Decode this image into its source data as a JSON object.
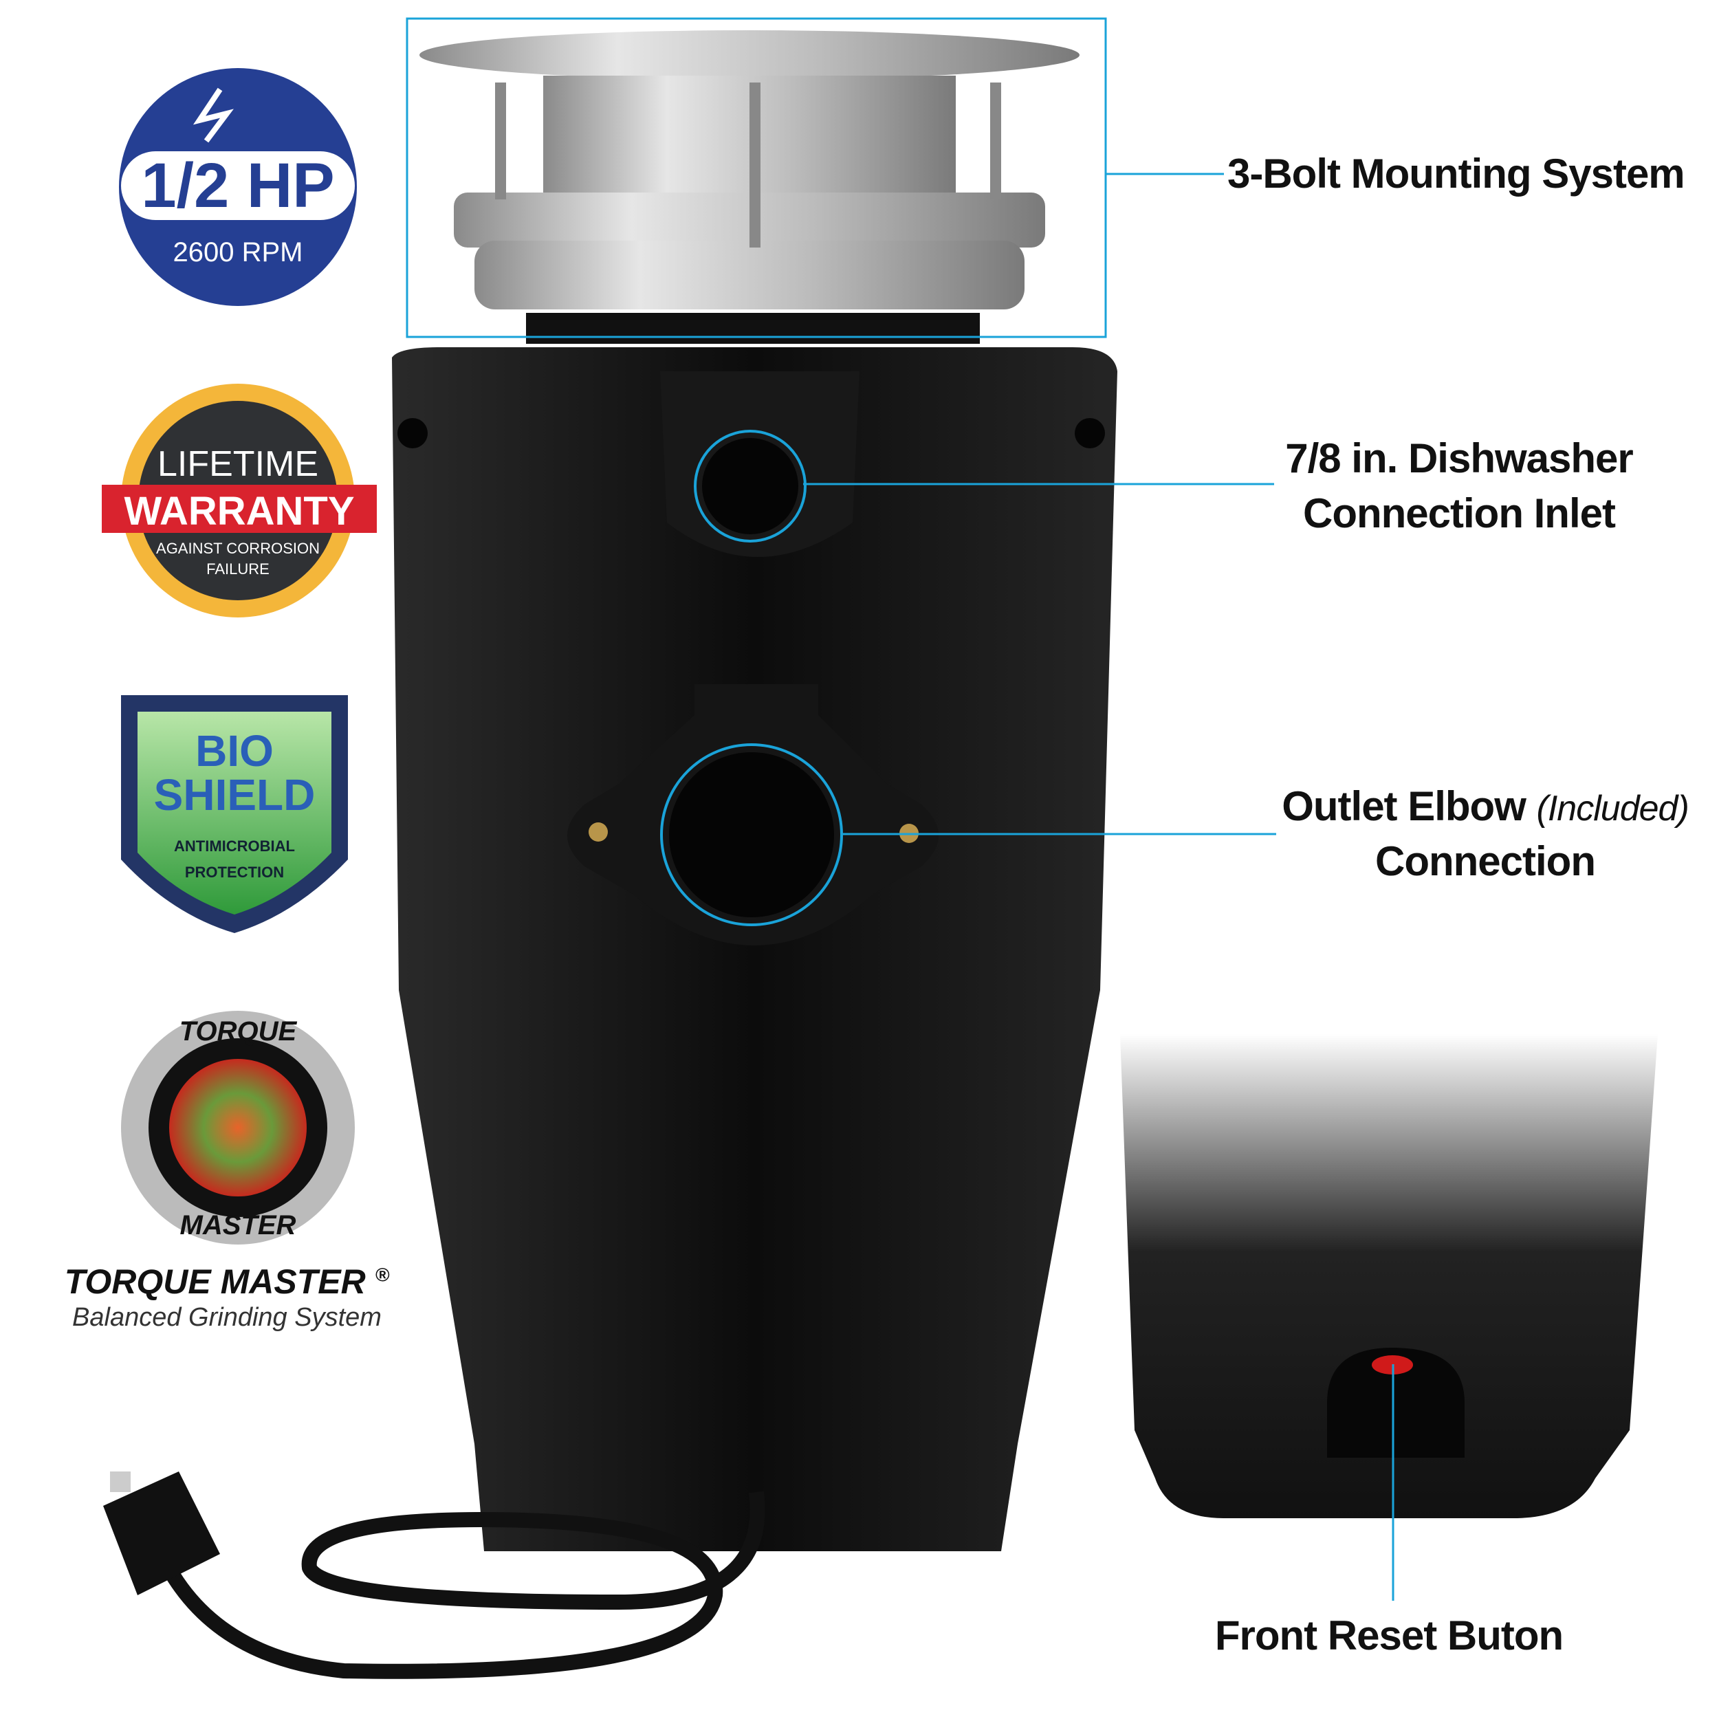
{
  "badges": {
    "power": {
      "hp": "1/2 HP",
      "rpm": "2600 RPM",
      "icon": "lightning-icon"
    },
    "warranty": {
      "line1": "LIFETIME",
      "line2": "WARRANTY",
      "line3": "AGAINST CORROSION",
      "line4": "FAILURE"
    },
    "bioshield": {
      "line1": "BIO",
      "line2": "SHIELD",
      "line3": "ANTIMICROBIAL",
      "line4": "PROTECTION"
    },
    "torque": {
      "logo_top": "TORQUE",
      "logo_bottom": "MASTER",
      "name": "TORQUE MASTER",
      "reg": "®",
      "tagline": "Balanced Grinding System"
    }
  },
  "callouts": {
    "mounting": "3-Bolt Mounting System",
    "inlet_line1": "7/8 in. Dishwasher",
    "inlet_line2": "Connection Inlet",
    "outlet_main": "Outlet Elbow ",
    "outlet_note": "(Included)",
    "outlet_line2": "Connection",
    "reset": "Front Reset Buton"
  },
  "colors": {
    "accent": "#1aa3d9",
    "badge_blue": "#253f93",
    "warranty_red": "#d9232e",
    "body": "#111111"
  }
}
